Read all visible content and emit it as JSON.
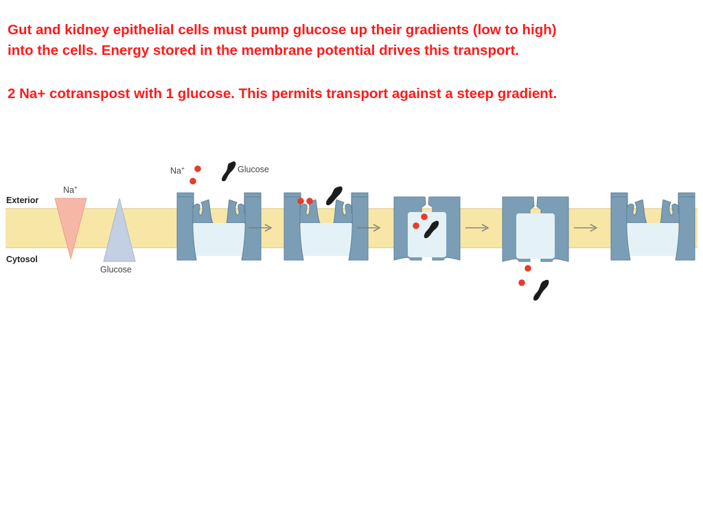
{
  "headline": {
    "line1": "Gut and kidney epithelial cells must pump glucose up their gradients (low to high)",
    "line2": "into the cells. Energy stored in the membrane potential drives this transport.",
    "line3": "2 Na+  cotranspost with 1 glucose.  This permits transport against a steep gradient.",
    "color": "#ff1a1a"
  },
  "diagram": {
    "exterior_label": "Exterior",
    "cytosol_label": "Cytosol",
    "gradient_na_label": "Na",
    "gradient_na_superscript": "+",
    "gradient_glucose_label": "Glucose",
    "legend_na_label": "Na",
    "legend_na_superscript": "+",
    "legend_glucose_label": "Glucose",
    "steps": 5,
    "colors": {
      "membrane": "#f7e6a6",
      "membrane_edge": "#d9c585",
      "protein": "#7b9eb6",
      "protein_edge": "#5e8299",
      "channel": "#e4f2f7",
      "sodium": "#e63c2a",
      "glucose": "#1c1c1c",
      "na_gradient": "#f7b7a6",
      "glucose_gradient": "#c3cfe2"
    }
  }
}
